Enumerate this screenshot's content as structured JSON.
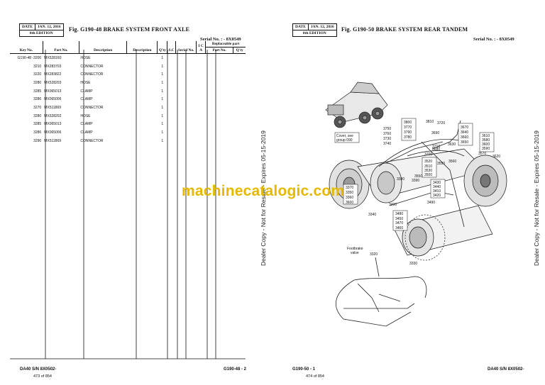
{
  "left_page": {
    "stamp": {
      "date_label": "DATE",
      "date_value": "JAN. 12, 2016",
      "edition": "8th EDITION"
    },
    "fig_title": "Fig. G190-48   BRAKE SYSTEM  FRONT AXLE",
    "serial": "Serial No. :    - 8X0549",
    "headers": {
      "key_no": "Key No.",
      "part_no": "Part No.",
      "description": "Description",
      "description2": "Description",
      "qty": "Q'ty",
      "sc": "S.C",
      "serial_no": "Serial No.",
      "ica": "I C A",
      "replaceable": "Replaceable part",
      "r_part_no": "Part No.",
      "r_qty": "Q'ty"
    },
    "rows": [
      {
        "key": "G190-48 -3200",
        "part": "MX528160",
        "desc": "HOSE",
        "qty": "1"
      },
      {
        "key": "3210",
        "part": "MX283703",
        "desc": "CONNECTOR",
        "qty": "1"
      },
      {
        "key": "3220",
        "part": "MX283822",
        "desc": "CONNECTOR",
        "qty": "1"
      },
      {
        "key": "3280",
        "part": "MX528203",
        "desc": "HOSE",
        "qty": "1"
      },
      {
        "key": "3285",
        "part": "MX065013",
        "desc": "CLAMP",
        "qty": "1"
      },
      {
        "key": "3286",
        "part": "MX065006",
        "desc": "CLAMP",
        "qty": "1"
      },
      {
        "key": "3270",
        "part": "MX511869",
        "desc": "CONNECTOR",
        "qty": "1"
      },
      {
        "key": "3280",
        "part": "MX528202",
        "desc": "HOSE",
        "qty": "1"
      },
      {
        "key": "3285",
        "part": "MX065013",
        "desc": "CLAMP",
        "qty": "1"
      },
      {
        "key": "3286",
        "part": "MX065006",
        "desc": "CLAMP",
        "qty": "1"
      },
      {
        "key": "3290",
        "part": "MX511869",
        "desc": "CONNECTOR",
        "qty": "1"
      }
    ],
    "footer_model": "DA40 S/N 8X0502-",
    "footer_page": "473 of 854",
    "footer_fig": "G190-48 - 2",
    "side_watermark": "Dealer Copy - Not for Resale - Expires 05-15-2019"
  },
  "right_page": {
    "stamp": {
      "date_label": "DATE",
      "date_value": "JAN. 12, 2016",
      "edition": "8th EDITION"
    },
    "fig_title": "Fig. G190-50   BRAKE SYSTEM  REAR TANDEM",
    "serial": "Serial No. :    - 8X0549",
    "footer_fig": "G190-50 - 1",
    "footer_page": "474 of 854",
    "footer_model": "DA40 S/N 8X0502-",
    "side_watermark": "Dealer Copy - Not for Resale - Expires 05-15-2019",
    "diagram_labels": {
      "cover_note": "Cover, see group 090",
      "footbrake": "Footbrake valve",
      "callouts": [
        "3800",
        "3770",
        "3790",
        "3780",
        "3750",
        "3760",
        "3730",
        "3740",
        "3810",
        "3720",
        "3690",
        "3670",
        "3640",
        "3660",
        "3650",
        "3610",
        "3580",
        "3600",
        "3590",
        "3710",
        "3630",
        "3570",
        "3620",
        "3680",
        "3700",
        "3520",
        "3510",
        "3530",
        "3500",
        "3550",
        "3560",
        "3380",
        "3390",
        "3370",
        "3350",
        "3360",
        "3600",
        "3430",
        "3440",
        "3410",
        "3420",
        "3400",
        "3490",
        "3480",
        "3450",
        "3470",
        "3460",
        "3340",
        "3320",
        "3330"
      ]
    }
  },
  "overlay_watermark": "machinecatalogic.com",
  "colors": {
    "watermark": "#e6b800",
    "line": "#111111"
  }
}
